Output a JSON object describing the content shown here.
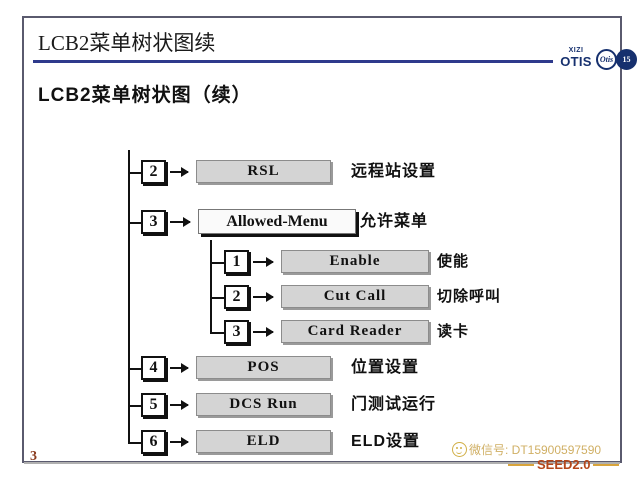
{
  "slide": {
    "title": "LCB2菜单树状图续",
    "subtitle": "LCB2菜单树状图（续）",
    "page_number": "3",
    "accent_color": "#2e3a8c",
    "frame_color": "#5a5a6e"
  },
  "logo": {
    "brand_top": "XIZI",
    "brand_main": "OTIS",
    "seal_a": "Otis",
    "seal_b": "15",
    "color": "#16306e"
  },
  "diagram": {
    "type": "tree",
    "nodes": [
      {
        "index": "2",
        "label": "RSL",
        "annotation": "远程站设置",
        "level": 1,
        "style": "gray"
      },
      {
        "index": "3",
        "label": "Allowed-Menu",
        "annotation": "允许菜单",
        "level": 1,
        "style": "white"
      },
      {
        "index": "1",
        "label": "Enable",
        "annotation": "使能",
        "level": 2,
        "style": "gray"
      },
      {
        "index": "2",
        "label": "Cut Call",
        "annotation": "切除呼叫",
        "level": 2,
        "style": "gray"
      },
      {
        "index": "3",
        "label": "Card Reader",
        "annotation": "读卡",
        "level": 2,
        "style": "gray"
      },
      {
        "index": "4",
        "label": "POS",
        "annotation": "位置设置",
        "level": 1,
        "style": "gray"
      },
      {
        "index": "5",
        "label": "DCS Run",
        "annotation": "门测试运行",
        "level": 1,
        "style": "gray"
      },
      {
        "index": "6",
        "label": "ELD",
        "annotation": "ELD设置",
        "level": 1,
        "style": "gray"
      }
    ]
  },
  "watermark": {
    "wechat_label": "微信号: DT15900597590",
    "brand": "SEED2.0",
    "wechat_color": "#c8a24a",
    "brand_color": "#b4461a"
  }
}
